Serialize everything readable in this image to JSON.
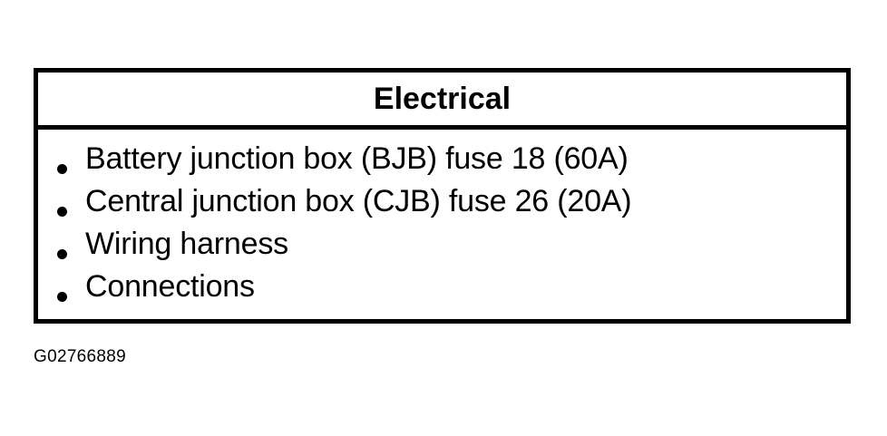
{
  "page": {
    "background_color": "#ffffff",
    "text_color": "#000000"
  },
  "callout": {
    "header": {
      "title": "Electrical"
    },
    "bullet_glyph": "bullet-dot",
    "items": [
      {
        "label": "Battery junction box (BJB) fuse 18 (60A)"
      },
      {
        "label": "Central junction box (CJB) fuse 26 (20A)"
      },
      {
        "label": "Wiring harness"
      },
      {
        "label": "Connections"
      }
    ]
  },
  "caption": {
    "text": "G02766889"
  }
}
